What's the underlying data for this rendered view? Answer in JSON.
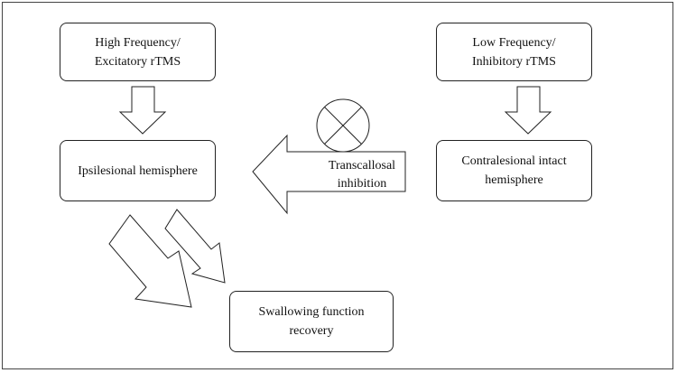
{
  "boxes": {
    "high_freq": [
      "High Frequency/",
      "Excitatory rTMS"
    ],
    "low_freq": [
      "Low Frequency/",
      "Inhibitory rTMS"
    ],
    "ipsilesional": [
      "Ipsilesional hemisphere"
    ],
    "contralesional": [
      "Contralesional intact",
      "hemisphere"
    ],
    "swallowing": [
      "Swallowing function",
      "recovery"
    ]
  },
  "arrow_label": [
    "Transcallosal",
    "inhibition"
  ]
}
